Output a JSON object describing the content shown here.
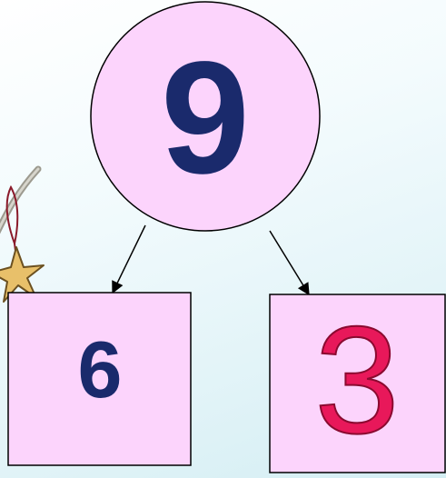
{
  "diagram": {
    "whole": {
      "value": "9",
      "color": "#1a2a6c"
    },
    "parts": [
      {
        "value": "6",
        "color": "#1a2a6c"
      },
      {
        "value": "3",
        "color": "#e8185a"
      }
    ],
    "shape_fill": "#fcd4fc",
    "shape_stroke": "#000000"
  },
  "decoration": {
    "icon": "hanging-star-ornament-icon",
    "star_color": "#e8c06a"
  }
}
